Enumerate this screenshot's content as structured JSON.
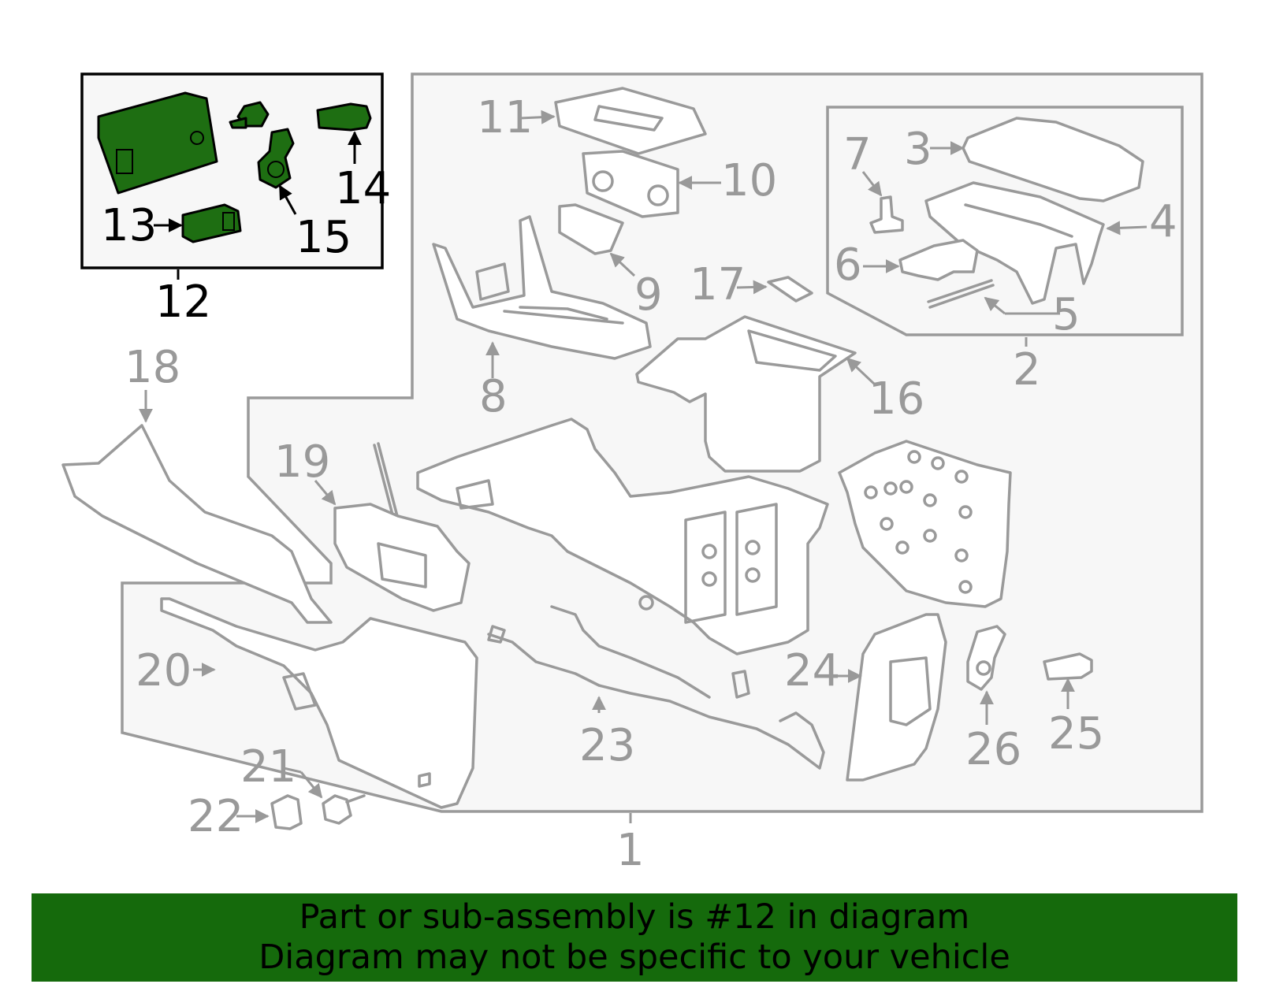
{
  "diagram": {
    "highlight_color": "#1e6e12",
    "part_color": "#9a9a9a",
    "highlighted_callout": "12",
    "callouts": {
      "c1": "1",
      "c2": "2",
      "c3": "3",
      "c4": "4",
      "c5": "5",
      "c6": "6",
      "c7": "7",
      "c8": "8",
      "c9": "9",
      "c10": "10",
      "c11": "11",
      "c12": "12",
      "c13": "13",
      "c14": "14",
      "c15": "15",
      "c16": "16",
      "c17": "17",
      "c18": "18",
      "c19": "19",
      "c20": "20",
      "c21": "21",
      "c22": "22",
      "c23": "23",
      "c24": "24",
      "c25": "25",
      "c26": "26"
    }
  },
  "banner": {
    "background": "#156a0c",
    "line1": "Part or sub-assembly is #12 in diagram",
    "line2": "Diagram may not be specific to your vehicle"
  }
}
